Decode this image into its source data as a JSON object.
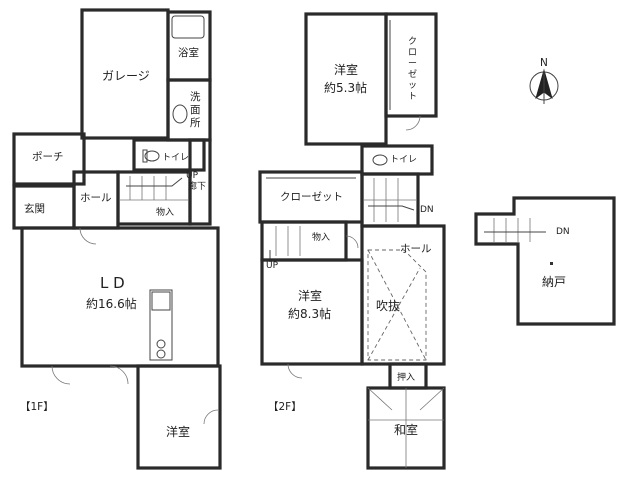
{
  "floor1": {
    "label": "【1F】",
    "garage": "ガレージ",
    "bath": "浴室",
    "washroom": [
      "洗",
      "面",
      "所"
    ],
    "porch": "ポーチ",
    "toilet": "トイレ",
    "up": "UP",
    "hallway": "廊下",
    "hall": "ホール",
    "entrance": "玄関",
    "storage": "物入",
    "ld": "L D",
    "ld_size": "約16.6帖",
    "western_room": "洋室"
  },
  "floor2": {
    "label": "【2F】",
    "room_a": "洋室",
    "room_a_size": "約5.3帖",
    "closet_vertical": [
      "ク",
      "ロ",
      "ー",
      "ゼ",
      "ッ",
      "ト"
    ],
    "toilet": "トイレ",
    "closet": "クローゼット",
    "dn": "DN",
    "storage": "物入",
    "up": "UP",
    "hall": "ホール",
    "room_b": "洋室",
    "room_b_size": "約8.3帖",
    "void": "吹抜",
    "oshiire": "押入",
    "japanese_room": "和室"
  },
  "attic": {
    "dn": "DN",
    "storeroom": "納戸"
  },
  "compass": {
    "north": "N"
  }
}
